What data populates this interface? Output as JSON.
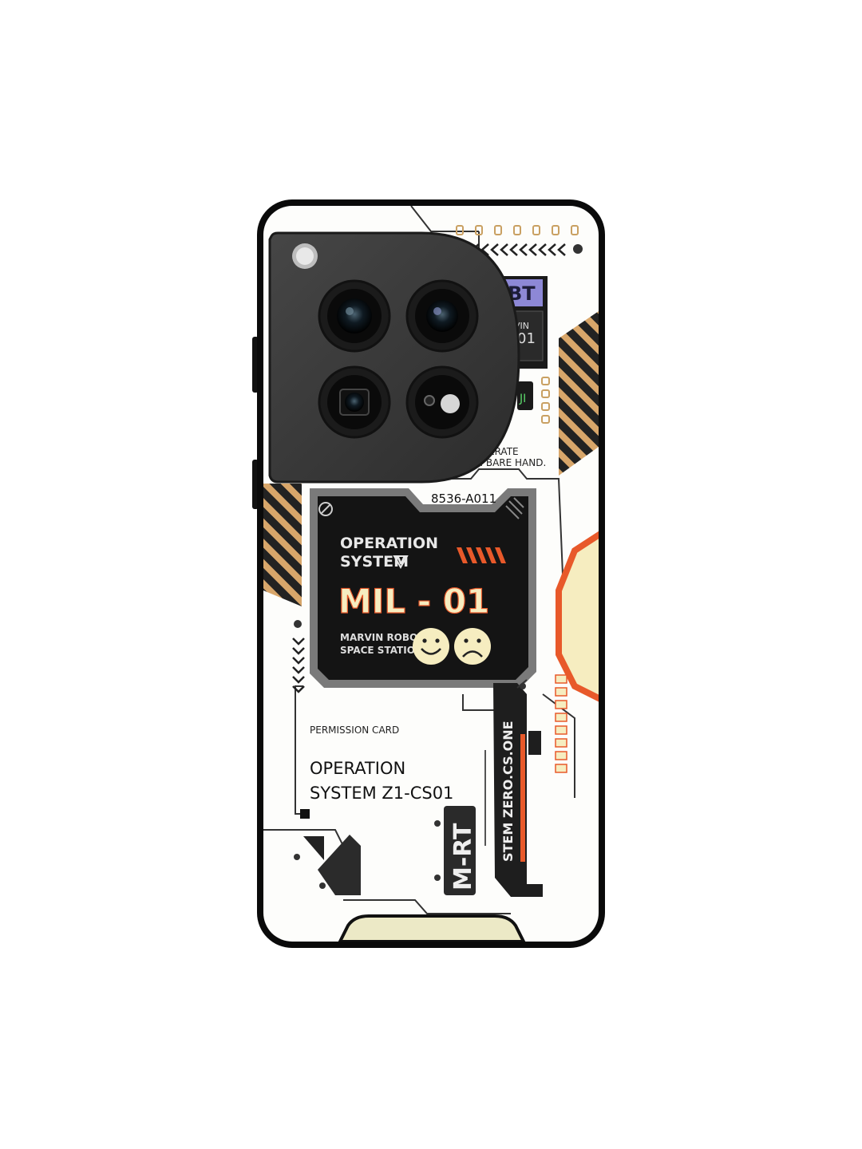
{
  "product": {
    "type": "phone back case",
    "colors": {
      "case_border": "#0a0a0a",
      "case_face": "#fdfdfb",
      "camera_module": "#3a3a3a",
      "panel_black": "#141414",
      "accent_orange": "#e8592a",
      "accent_cream": "#f6edc0",
      "accent_lavender": "#8d88d6",
      "stripe_gold": "#d8a66a"
    }
  },
  "texts": {
    "code": "8536-A011",
    "op_title_line1": "OPERATION",
    "op_title_line2": "SYSTEM",
    "model": "MIL - 01",
    "robot_line1": "MARVIN ROBOT",
    "robot_line2": "SPACE STATION",
    "permission": "PERMISSION CARD",
    "op2_line1": "OPERATION",
    "op2_line2": "SYSTEM Z1-CS01",
    "partial_bt": "-BT",
    "partial_marvin_top": "VIN",
    "partial_marvin_bottom": "01",
    "partial_operate_1": "ERATE",
    "partial_operate_2": "H BARE HAND.",
    "mrt": "M-RT",
    "stem": "STEM ZERO.CS.ONE",
    "partial_green": "JI"
  },
  "icons": [
    "flash-icon",
    "camera-lens-icon",
    "smile-icon",
    "frown-icon",
    "triangle-down-icon",
    "chevron-icon",
    "hazard-stripes-icon"
  ]
}
